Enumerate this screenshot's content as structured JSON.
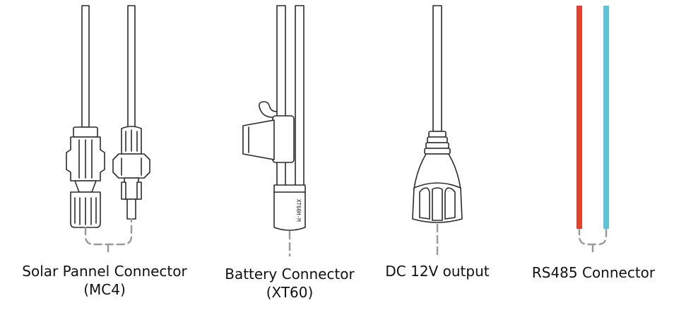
{
  "connectors": [
    {
      "label": "Solar Pannel Connector",
      "sublabel": "(MC4)"
    },
    {
      "label": "Battery Connector",
      "sublabel": "(XT60)",
      "part_marking": "XT60H-M"
    },
    {
      "label": "DC 12V output"
    },
    {
      "label": "RS485 Connector"
    }
  ],
  "colors": {
    "outline": "#2b2b2b",
    "leader": "#9a9a9a",
    "wire_red": "#e2412f",
    "wire_blue": "#5ec4d6"
  }
}
